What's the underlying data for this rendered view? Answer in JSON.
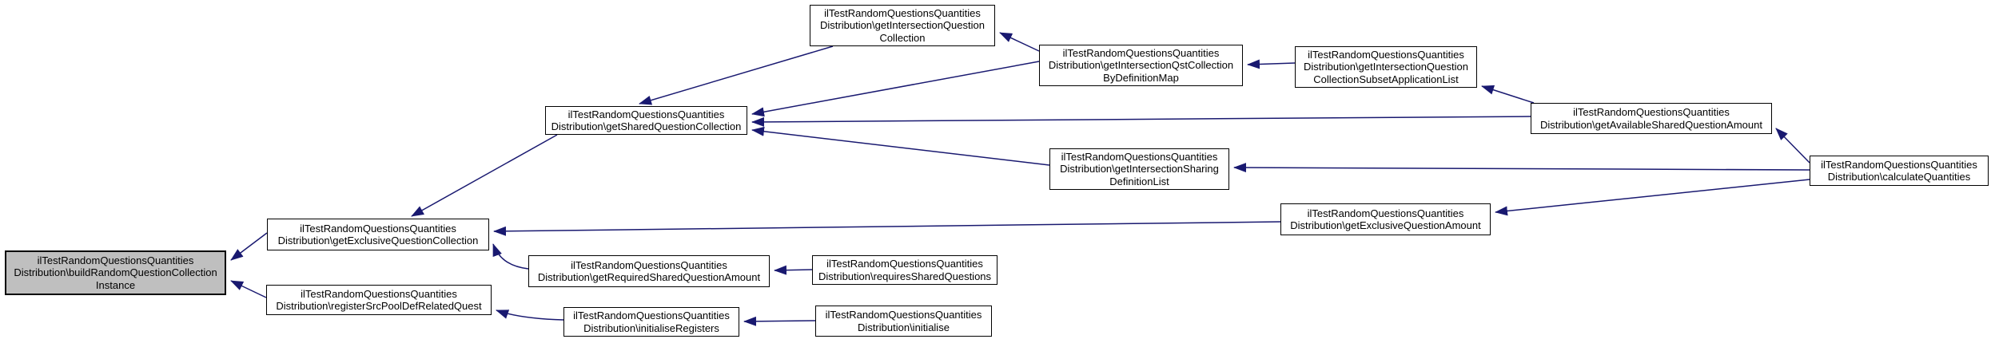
{
  "diagram": {
    "type": "caller-graph",
    "colors": {
      "edge": "#191970",
      "node_fill": "#ffffff",
      "root_fill": "#bfbfbf",
      "border": "#000000"
    },
    "nodes": [
      {
        "id": "buildRandomQuestionCollectionInstance",
        "role": "root",
        "label": "ilTestRandomQuestionsQuantities\nDistribution\\buildRandomQuestionCollection\nInstance"
      },
      {
        "id": "getExclusiveQuestionCollection",
        "role": "caller",
        "label": "ilTestRandomQuestionsQuantities\nDistribution\\getExclusiveQuestionCollection"
      },
      {
        "id": "registerSrcPoolDefRelatedQuest",
        "role": "caller",
        "label": "ilTestRandomQuestionsQuantities\nDistribution\\registerSrcPoolDefRelatedQuest"
      },
      {
        "id": "getSharedQuestionCollection",
        "role": "caller",
        "label": "ilTestRandomQuestionsQuantities\nDistribution\\getSharedQuestionCollection"
      },
      {
        "id": "getRequiredSharedQuestionAmount",
        "role": "caller",
        "label": "ilTestRandomQuestionsQuantities\nDistribution\\getRequiredSharedQuestionAmount"
      },
      {
        "id": "initialiseRegisters",
        "role": "caller",
        "label": "ilTestRandomQuestionsQuantities\nDistribution\\initialiseRegisters"
      },
      {
        "id": "getIntersectionQuestionCollection",
        "role": "caller",
        "label": "ilTestRandomQuestionsQuantities\nDistribution\\getIntersectionQuestion\nCollection"
      },
      {
        "id": "requiresSharedQuestions",
        "role": "caller",
        "label": "ilTestRandomQuestionsQuantities\nDistribution\\requiresSharedQuestions"
      },
      {
        "id": "initialise",
        "role": "caller",
        "label": "ilTestRandomQuestionsQuantities\nDistribution\\initialise"
      },
      {
        "id": "getIntersectionQstCollectionByDefinitionMap",
        "role": "caller",
        "label": "ilTestRandomQuestionsQuantities\nDistribution\\getIntersectionQstCollection\nByDefinitionMap"
      },
      {
        "id": "getIntersectionSharingDefinitionList",
        "role": "caller",
        "label": "ilTestRandomQuestionsQuantities\nDistribution\\getIntersectionSharing\nDefinitionList"
      },
      {
        "id": "getIntersectionQuestionCollectionSubsetApplicationList",
        "role": "caller",
        "label": "ilTestRandomQuestionsQuantities\nDistribution\\getIntersectionQuestion\nCollectionSubsetApplicationList"
      },
      {
        "id": "getExclusiveQuestionAmount",
        "role": "caller",
        "label": "ilTestRandomQuestionsQuantities\nDistribution\\getExclusiveQuestionAmount"
      },
      {
        "id": "getAvailableSharedQuestionAmount",
        "role": "caller",
        "label": "ilTestRandomQuestionsQuantities\nDistribution\\getAvailableSharedQuestionAmount"
      },
      {
        "id": "calculateQuantities",
        "role": "caller",
        "label": "ilTestRandomQuestionsQuantities\nDistribution\\calculateQuantities"
      }
    ],
    "edges": [
      {
        "from": "getExclusiveQuestionCollection",
        "to": "buildRandomQuestionCollectionInstance"
      },
      {
        "from": "registerSrcPoolDefRelatedQuest",
        "to": "buildRandomQuestionCollectionInstance"
      },
      {
        "from": "getSharedQuestionCollection",
        "to": "getExclusiveQuestionCollection"
      },
      {
        "from": "getExclusiveQuestionAmount",
        "to": "getExclusiveQuestionCollection"
      },
      {
        "from": "getRequiredSharedQuestionAmount",
        "to": "getExclusiveQuestionCollection"
      },
      {
        "from": "requiresSharedQuestions",
        "to": "getRequiredSharedQuestionAmount"
      },
      {
        "from": "getIntersectionQuestionCollection",
        "to": "getSharedQuestionCollection"
      },
      {
        "from": "getIntersectionQstCollectionByDefinitionMap",
        "to": "getSharedQuestionCollection"
      },
      {
        "from": "getAvailableSharedQuestionAmount",
        "to": "getSharedQuestionCollection"
      },
      {
        "from": "getIntersectionSharingDefinitionList",
        "to": "getSharedQuestionCollection"
      },
      {
        "from": "getIntersectionQstCollectionByDefinitionMap",
        "to": "getIntersectionQuestionCollection"
      },
      {
        "from": "getIntersectionQuestionCollectionSubsetApplicationList",
        "to": "getIntersectionQstCollectionByDefinitionMap"
      },
      {
        "from": "getAvailableSharedQuestionAmount",
        "to": "getIntersectionQuestionCollectionSubsetApplicationList"
      },
      {
        "from": "calculateQuantities",
        "to": "getAvailableSharedQuestionAmount"
      },
      {
        "from": "calculateQuantities",
        "to": "getIntersectionSharingDefinitionList"
      },
      {
        "from": "calculateQuantities",
        "to": "getExclusiveQuestionAmount"
      },
      {
        "from": "initialiseRegisters",
        "to": "registerSrcPoolDefRelatedQuest"
      },
      {
        "from": "initialise",
        "to": "initialiseRegisters"
      }
    ]
  }
}
